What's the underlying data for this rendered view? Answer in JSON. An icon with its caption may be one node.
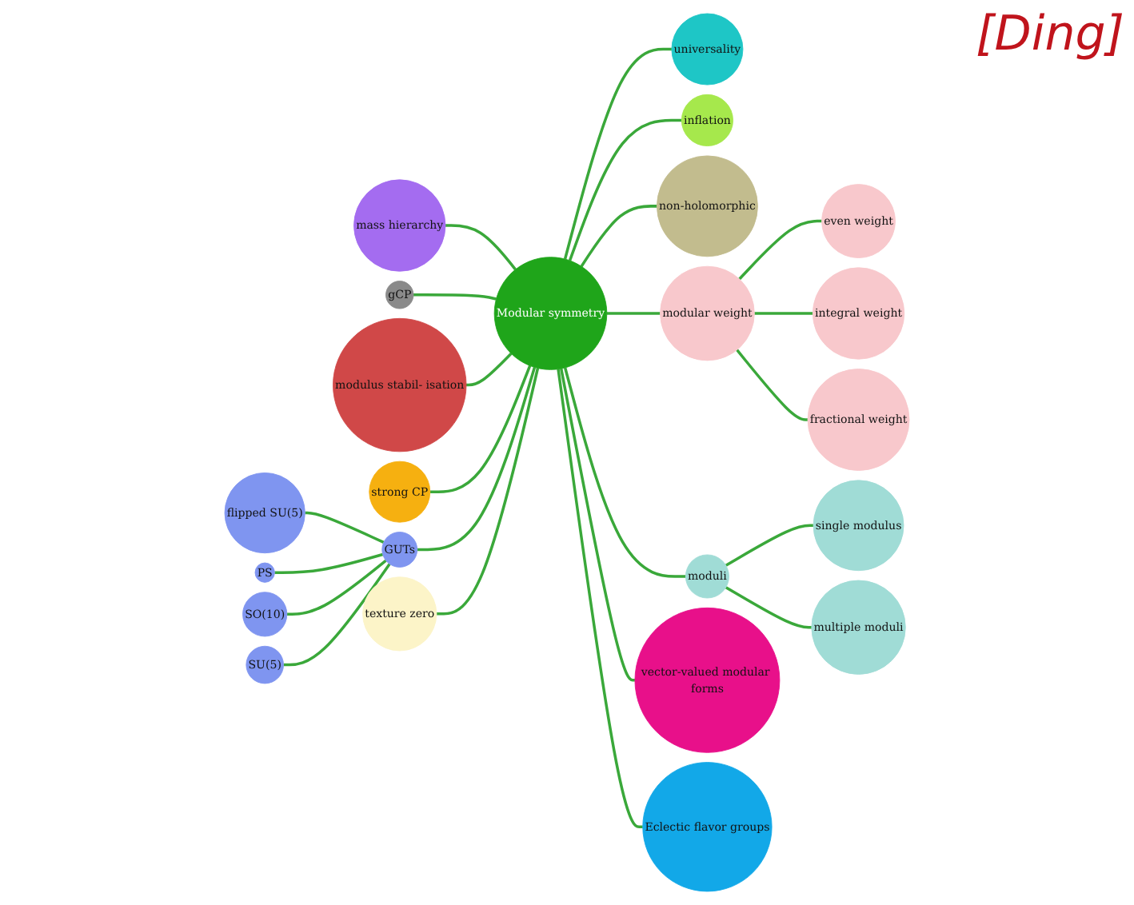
{
  "diagram": {
    "nodes": [
      {
        "text": [
          "Modular symmetry"
        ]
      },
      {
        "text": [
          "mass hierarchy"
        ]
      },
      {
        "text": [
          "universality"
        ]
      },
      {
        "text": [
          "inflation"
        ]
      },
      {
        "text": [
          "non-holomorphic"
        ]
      },
      {
        "text": [
          "modular weight"
        ]
      },
      {
        "text": [
          "even weight"
        ]
      },
      {
        "text": [
          "integral weight"
        ]
      },
      {
        "text": [
          "fractional weight"
        ]
      },
      {
        "text": [
          "moduli"
        ]
      },
      {
        "text": [
          "single modulus"
        ]
      },
      {
        "text": [
          "multiple moduli"
        ]
      },
      {
        "text": [
          "vector-valued modular forms"
        ]
      },
      {
        "text": [
          "Eclectic flavor groups"
        ]
      },
      {
        "text": [
          "gCP"
        ]
      },
      {
        "text": [
          "modulus stabil- isation"
        ]
      },
      {
        "text": [
          "strong CP"
        ]
      },
      {
        "text": [
          "GUTs"
        ]
      },
      {
        "text": [
          "flipped SU(5)"
        ]
      },
      {
        "text": [
          "PS"
        ]
      },
      {
        "text": [
          "SO(10)"
        ]
      },
      {
        "text": [
          "SU(5)"
        ]
      },
      {
        "text": [
          "texture zero"
        ]
      }
    ],
    "edges": [
      {
        "from": 1,
        "to": 0,
        "arrow": "none"
      },
      {
        "from": 0,
        "to": 2,
        "arrow": "none"
      },
      {
        "from": 0,
        "to": 3,
        "arrow": "none"
      },
      {
        "from": 0,
        "to": 4,
        "arrow": "none"
      },
      {
        "from": 0,
        "to": 5,
        "arrow": "none"
      },
      {
        "from": 5,
        "to": 6,
        "arrow": "none"
      },
      {
        "from": 5,
        "to": 7,
        "arrow": "none"
      },
      {
        "from": 5,
        "to": 8,
        "arrow": "none"
      },
      {
        "from": 0,
        "to": 9,
        "arrow": "none"
      },
      {
        "from": 9,
        "to": 10,
        "arrow": "none"
      },
      {
        "from": 9,
        "to": 11,
        "arrow": "none"
      },
      {
        "from": 0,
        "to": 12,
        "arrow": "none"
      },
      {
        "from": 0,
        "to": 13,
        "arrow": "none"
      },
      {
        "from": 14,
        "to": 0,
        "arrow": "none"
      },
      {
        "from": 15,
        "to": 0,
        "arrow": "none"
      },
      {
        "from": 16,
        "to": 0,
        "arrow": "none"
      },
      {
        "from": 17,
        "to": 0,
        "arrow": "none"
      },
      {
        "from": 18,
        "to": 17,
        "arrow": "none"
      },
      {
        "from": 19,
        "to": 17,
        "arrow": "none"
      },
      {
        "from": 20,
        "to": 17,
        "arrow": "none"
      },
      {
        "from": 21,
        "to": 17,
        "arrow": "none"
      },
      {
        "from": 22,
        "to": 0,
        "arrow": "none"
      }
    ],
    "labels": [
      "[Ding]"
    ]
  }
}
